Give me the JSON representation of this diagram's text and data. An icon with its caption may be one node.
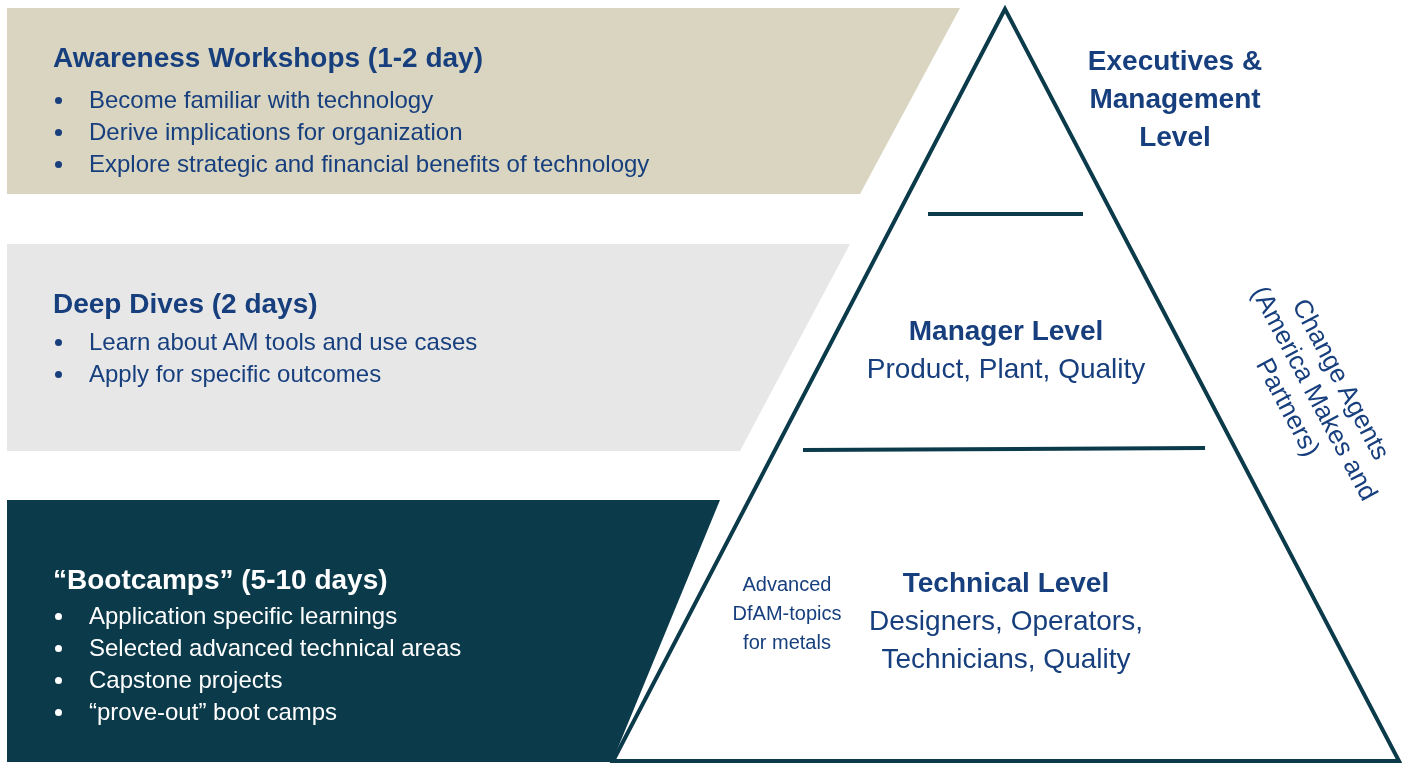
{
  "diagram": {
    "nodes": [
      {
        "text": [
          "Awareness Workshops (1-2 day)",
          "Become familiar with technology",
          "Derive implications for organization",
          "Explore strategic and financial benefits of technology"
        ]
      },
      {
        "text": [
          "Deep Dives (2 days)",
          "Learn about AM tools and use cases",
          "Apply for specific outcomes"
        ]
      },
      {
        "text": [
          "“Bootcamps” (5-10 days)",
          "Application specific learnings",
          "Selected advanced technical areas",
          "Capstone projects",
          "“prove-out” boot camps"
        ]
      },
      {
        "text": [],
        "shape": "triangle"
      },
      {
        "text": [
          "Executives & Management Level"
        ]
      },
      {
        "text": [
          "Manager Level",
          "Product, Plant, Quality"
        ],
        "in": 3
      },
      {
        "text": [
          "Technical Level",
          "Designers, Operators, Technicians, Quality"
        ],
        "in": 3
      }
    ],
    "labels": [
      "Advanced DfAM-topics for metals",
      "Change Agents (America Makes and Partners)"
    ]
  }
}
